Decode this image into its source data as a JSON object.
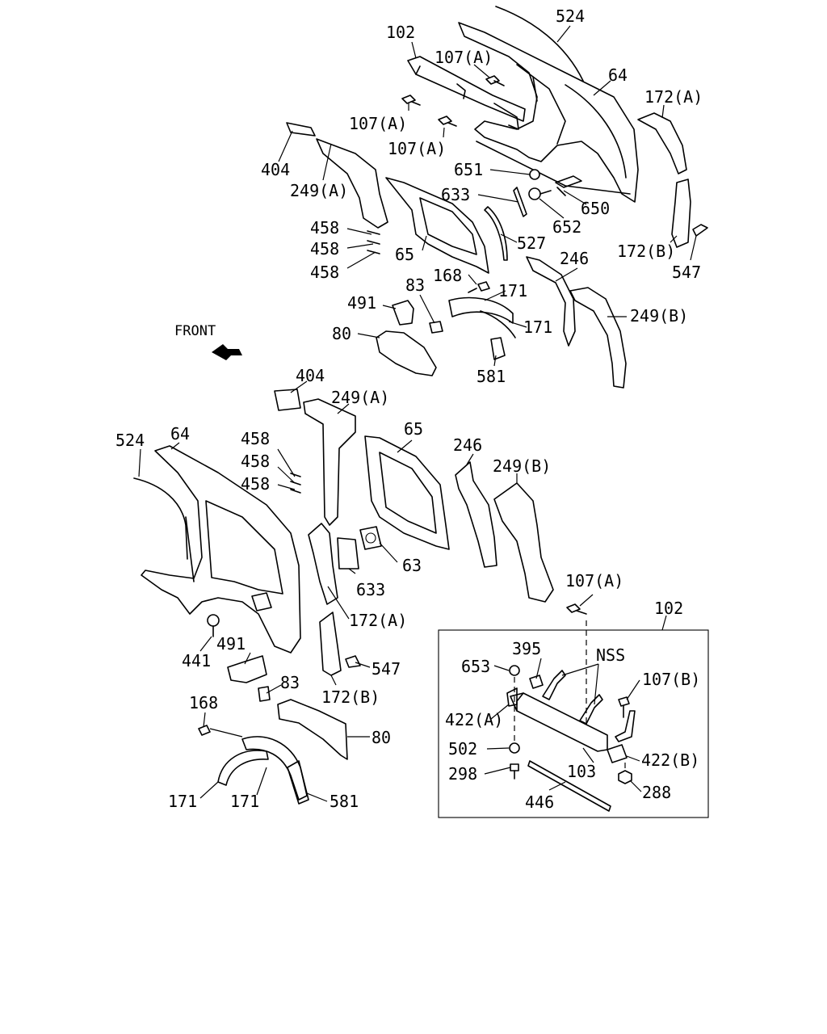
{
  "front_label": "FRONT",
  "callouts": {
    "top": [
      "524",
      "102",
      "107(A)",
      "64",
      "107(A)",
      "107(A)",
      "172(A)",
      "404",
      "249(A)",
      "651",
      "633",
      "650",
      "652",
      "458",
      "458",
      "458",
      "527",
      "65",
      "172(B)",
      "547",
      "246",
      "168",
      "83",
      "171",
      "491",
      "249(B)",
      "171",
      "80",
      "581"
    ],
    "bottom": [
      "404",
      "249(A)",
      "524",
      "64",
      "65",
      "458",
      "458",
      "458",
      "246",
      "249(B)",
      "63",
      "633",
      "107(A)",
      "172(A)",
      "102",
      "441",
      "491",
      "395",
      "NSS",
      "653",
      "547",
      "83",
      "107(B)",
      "172(B)",
      "168",
      "422(A)",
      "80",
      "502",
      "422(B)",
      "298",
      "103",
      "288",
      "171",
      "171",
      "581",
      "446"
    ]
  }
}
